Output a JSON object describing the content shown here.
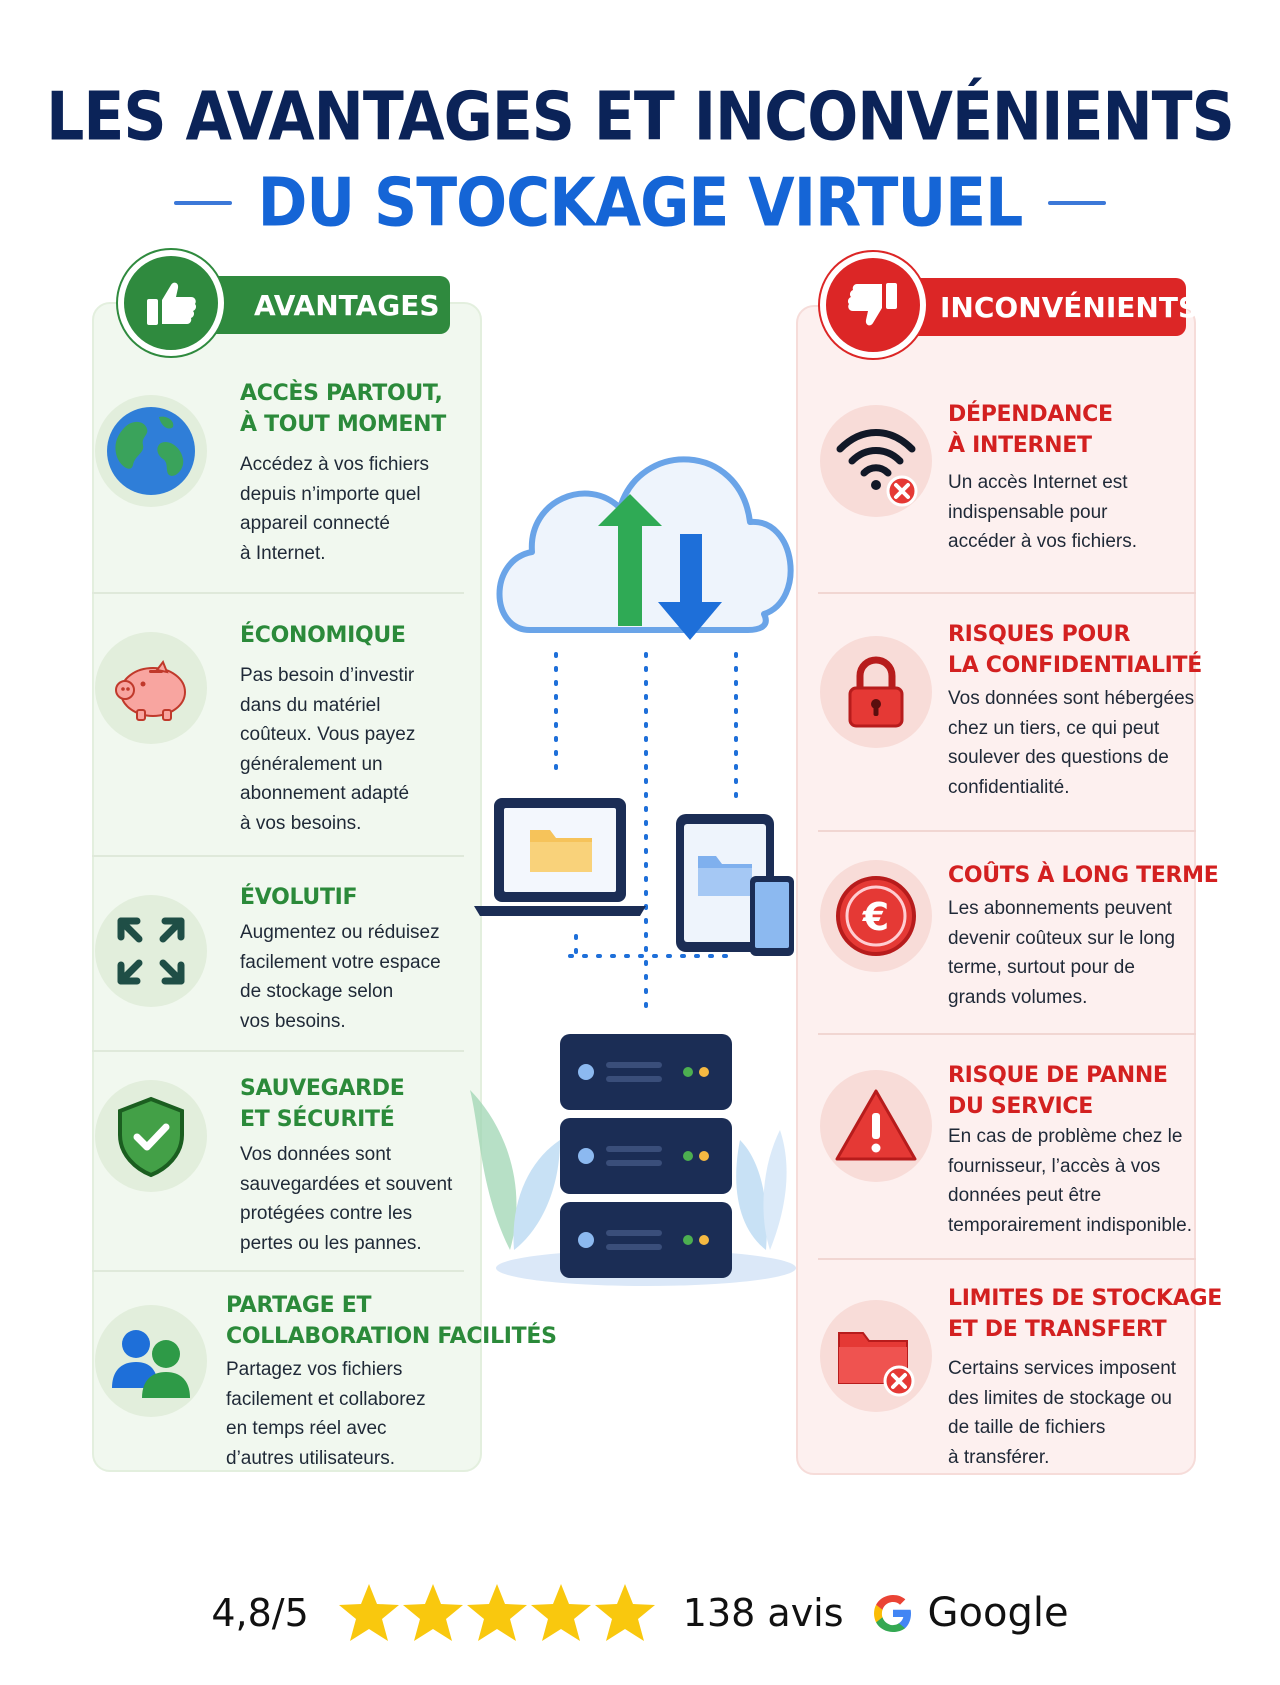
{
  "header": {
    "title_line1": "LES AVANTAGES ET INCONVÉNIENTS",
    "title_line2": "DU STOCKAGE VIRTUEL"
  },
  "advantages": {
    "heading": "AVANTAGES",
    "icon": "thumbs-up-icon",
    "color": "#2f8a3e",
    "items": [
      {
        "icon": "globe-icon",
        "title": "ACCÈS PARTOUT,\nÀ TOUT MOMENT",
        "text": "Accédez à vos fichiers\ndepuis n’importe quel\nappareil connecté\nà Internet."
      },
      {
        "icon": "piggy-bank-icon",
        "title": "ÉCONOMIQUE",
        "text": "Pas besoin d’investir\ndans du matériel\ncoûteux. Vous payez\ngénéralement un\nabonnement adapté\nà vos besoins."
      },
      {
        "icon": "expand-arrows-icon",
        "title": "ÉVOLUTIF",
        "text": "Augmentez ou réduisez\nfacilement votre espace\nde stockage selon\nvos besoins."
      },
      {
        "icon": "shield-check-icon",
        "title": "SAUVEGARDE\nET SÉCURITÉ",
        "text": "Vos données sont\nsauvegardées et souvent\nprotégées contre les\npertes ou les pannes."
      },
      {
        "icon": "users-icon",
        "title": "PARTAGE ET\nCOLLABORATION FACILITÉS",
        "text": "Partagez vos fichiers\nfacilement et collaborez\nen temps réel avec\nd’autres utilisateurs."
      }
    ]
  },
  "disadvantages": {
    "heading": "INCONVÉNIENTS",
    "icon": "thumbs-down-icon",
    "color": "#dc2626",
    "items": [
      {
        "icon": "wifi-error-icon",
        "title": "DÉPENDANCE\nÀ INTERNET",
        "text": "Un accès Internet est\nindispensable pour\naccéder à vos fichiers."
      },
      {
        "icon": "padlock-icon",
        "title": "RISQUES POUR\nLA CONFIDENTIALITÉ",
        "text": "Vos données sont hébergées\nchez un tiers, ce qui peut\nsoulever des questions de\nconfidentialité."
      },
      {
        "icon": "euro-coin-icon",
        "title": "COÛTS À LONG TERME",
        "text": "Les abonnements peuvent\ndevenir coûteux sur le long\nterme, surtout pour de\ngrands volumes."
      },
      {
        "icon": "warning-icon",
        "title": "RISQUE DE PANNE\nDU SERVICE",
        "text": "En cas de problème chez le\nfournisseur, l’accès à vos\ndonnées peut être\ntemporairement indisponible."
      },
      {
        "icon": "folder-error-icon",
        "title": "LIMITES DE STOCKAGE\nET DE TRANSFERT",
        "text": "Certains services imposent\ndes limites de stockage ou\nde taille de fichiers\nà transférer."
      }
    ]
  },
  "footer": {
    "rating": "4,8/5",
    "stars": 5,
    "reviews": "138 avis",
    "provider": "Google"
  }
}
